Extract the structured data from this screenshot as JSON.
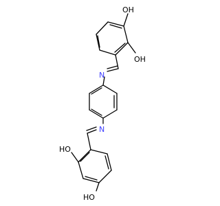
{
  "molecule": {
    "atom_labels": {
      "oh_top_para": "OH",
      "oh_top_ortho": "OH",
      "n_upper": "N",
      "n_lower": "N",
      "oh_bottom_ortho": "HO",
      "oh_bottom_para": "HO"
    },
    "colors": {
      "bond": "#000000",
      "nitrogen": "#4040ff",
      "background": "#ffffff"
    }
  }
}
